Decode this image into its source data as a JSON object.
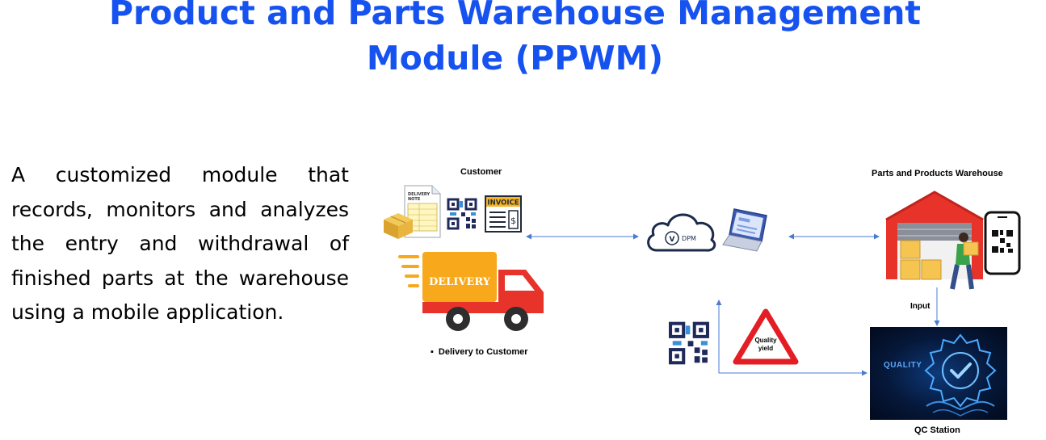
{
  "title": {
    "line1": "Product and Parts Warehouse Management",
    "line2": "Module (PPWM)"
  },
  "description": "A customized module that records, monitors and analyzes the entry and withdrawal of finished parts at the warehouse using a mobile application.",
  "diagram": {
    "customer_label": "Customer",
    "warehouse_label": "Parts and Products Warehouse",
    "delivery_label": "Delivery to Customer",
    "delivery_bullet": "▪",
    "truck_text": "DELIVERY",
    "invoice_text": "INVOICE",
    "delivery_note_text_1": "DELIVERY",
    "delivery_note_text_2": "NOTE",
    "cloud_text": "DPM",
    "input_label": "Input",
    "quality_yield_line1": "Quality",
    "quality_yield_line2": "yield",
    "qc_label": "QC Station",
    "qc_image_text": "QUALITY",
    "colors": {
      "title": "#1652f0",
      "arrow": "#4a7bd0",
      "truck_red": "#e8332b",
      "truck_yellow": "#f7a81b",
      "warning_red": "#e31e24"
    }
  }
}
